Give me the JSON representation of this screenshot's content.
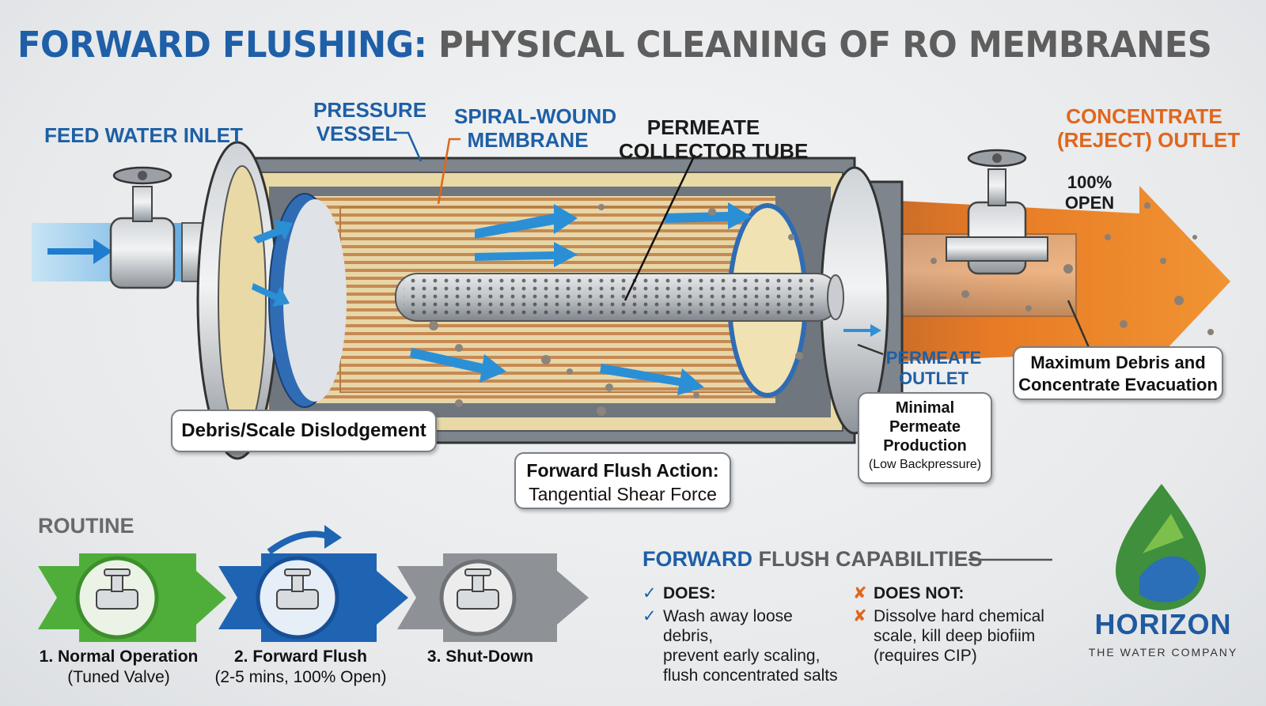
{
  "title": {
    "part1": "FORWARD FLUSHING:",
    "part2": "PHYSICAL CLEANING OF RO MEMBRANES"
  },
  "labels": {
    "feed_inlet": "FEED WATER INLET",
    "pressure_vessel_1": "PRESSURE",
    "pressure_vessel_2": "VESSEL",
    "spiral_membrane_1": "SPIRAL-WOUND",
    "spiral_membrane_2": "MEMBRANE",
    "permeate_tube_1": "PERMEATE",
    "permeate_tube_2": "COLLECTOR TUBE",
    "concentrate_1": "CONCENTRATE",
    "concentrate_2": "(REJECT) OUTLET",
    "valve_open_1": "100%",
    "valve_open_2": "OPEN",
    "permeate_outlet_1": "PERMEATE",
    "permeate_outlet_2": "OUTLET"
  },
  "callouts": {
    "debris": "Debris/Scale Dislodgement",
    "flush_title": "Forward Flush Action:",
    "flush_sub": "Tangential Shear Force",
    "permeate_line1": "Minimal",
    "permeate_line2": "Permeate",
    "permeate_line3": "Production",
    "permeate_note": "(Low Backpressure)",
    "evac_line1": "Maximum Debris and",
    "evac_line2": "Concentrate Evacuation"
  },
  "routine": {
    "heading": "ROUTINE",
    "stages": [
      {
        "label": "1. Normal Operation",
        "sub": "(Tuned Valve)",
        "color": "#4fae3a"
      },
      {
        "label": "2. Forward Flush",
        "sub": "(2-5 mins, 100% Open)",
        "color": "#1f63b3"
      },
      {
        "label": "3. Shut-Down",
        "sub": "",
        "color": "#8e9195"
      }
    ]
  },
  "capabilities": {
    "heading_1": "FORWARD",
    "heading_2": "FLUSH CAPABILITIES",
    "does_heading": "DOES:",
    "does_items": [
      "Wash away loose debris,",
      "prevent early scaling,",
      "flush concentrated salts"
    ],
    "does_not_heading": "DOES NOT:",
    "does_not_items": [
      "Dissolve hard chemical",
      "scale, kill deep biofiim",
      "(requires CIP)"
    ],
    "check_icon": "✓",
    "cross_icon": "✘",
    "does_color": "#1d5fa6",
    "does_not_color": "#e0661d"
  },
  "logo": {
    "name": "HORIZON",
    "tagline": "THE WATER COMPANY",
    "name_color": "#1f5aa0"
  },
  "colors": {
    "accent_blue": "#1d5fa6",
    "accent_orange": "#e0661d",
    "water_blue": "#3aa3e0"
  }
}
